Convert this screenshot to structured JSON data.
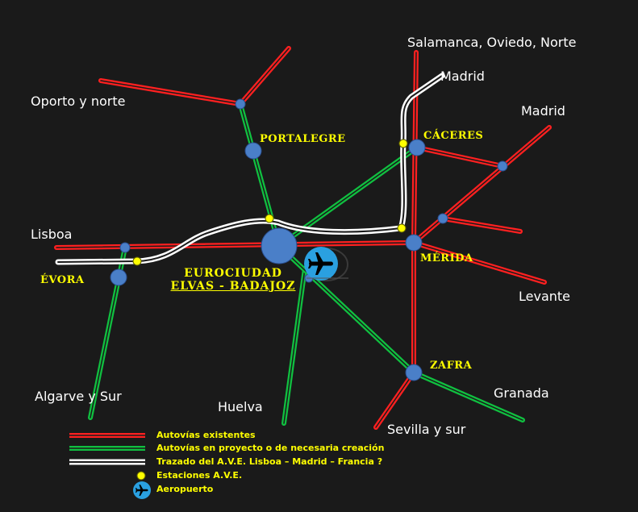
{
  "colors": {
    "background": "#1a1a1a",
    "autovia": "#ff2020",
    "proyecto": "#10c040",
    "ave": "#ffffff",
    "station_ave": "#ffff00",
    "node": "#4a7fc8",
    "label_yellow": "#ffff00",
    "label_white": "#ffffff"
  },
  "destinations": {
    "salamanca": "Salamanca, Oviedo, Norte",
    "madrid_ave": "Madrid",
    "madrid_road": "Madrid",
    "oporto": "Oporto y norte",
    "lisboa": "Lisboa",
    "levante": "Levante",
    "algarve": "Algarve y Sur",
    "huelva": "Huelva",
    "granada": "Granada",
    "sevilla": "Sevilla y sur"
  },
  "cities": {
    "portalegre": "PORTALEGRE",
    "caceres": "CÁCERES",
    "merida": "MÉRIDA",
    "evora": "ÉVORA",
    "zafra": "ZAFRA",
    "eurociudad_line1": "EUROCIUDAD",
    "eurociudad_line2": "ELVAS - BADAJOZ"
  },
  "legend": {
    "autovias": "Autovías existentes",
    "proyecto": "Autovías en proyecto o de necesaria creación",
    "ave": "Trazado del A.V.E. Lisboa – Madrid – Francia ?",
    "estaciones": "Estaciones A.V.E.",
    "aeropuerto": "Aeropuerto"
  },
  "icons": {
    "airport": "airplane-icon",
    "station": "ave-station-icon"
  }
}
